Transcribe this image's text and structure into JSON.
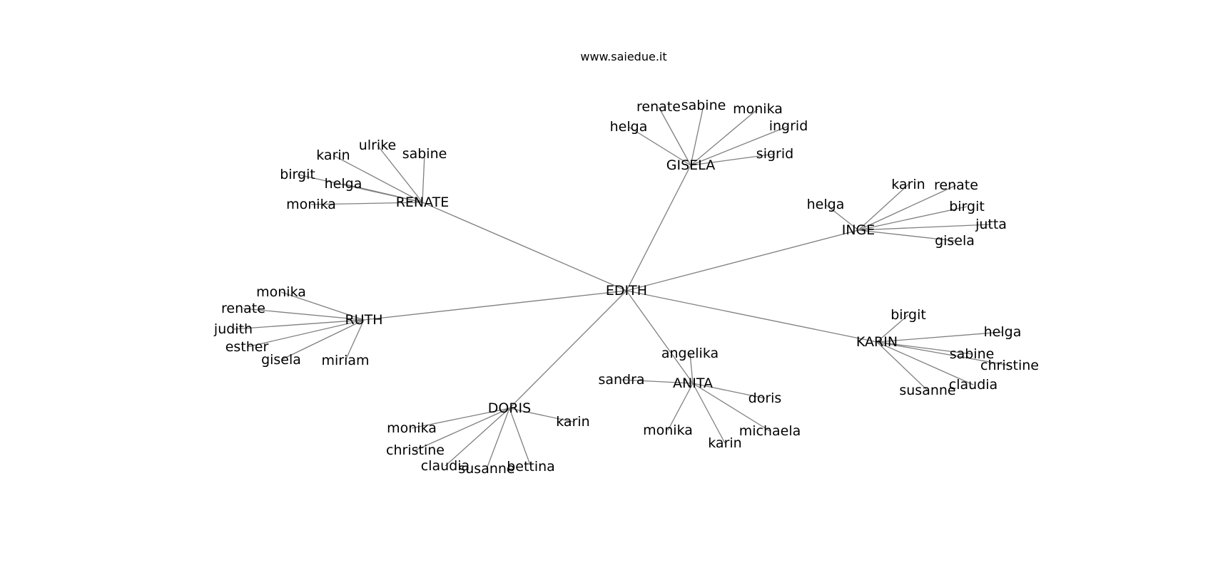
{
  "title": "www.saiedue.it",
  "colors": {
    "edge": "#7f7f7f",
    "text": "#000000",
    "background": "#ffffff"
  },
  "root": "EDITH",
  "groups": [
    {
      "hub": "GISELA",
      "members": [
        "renate",
        "sabine",
        "monika",
        "helga",
        "ingrid",
        "sigrid"
      ]
    },
    {
      "hub": "RENATE",
      "members": [
        "karin",
        "ulrike",
        "sabine",
        "birgit",
        "helga",
        "monika"
      ]
    },
    {
      "hub": "INGE",
      "members": [
        "karin",
        "renate",
        "birgit",
        "helga",
        "jutta",
        "gisela"
      ]
    },
    {
      "hub": "RUTH",
      "members": [
        "monika",
        "renate",
        "judith",
        "esther",
        "gisela",
        "miriam"
      ]
    },
    {
      "hub": "KARIN",
      "members": [
        "birgit",
        "helga",
        "sabine",
        "christine",
        "claudia",
        "susanne"
      ]
    },
    {
      "hub": "ANITA",
      "members": [
        "angelika",
        "sandra",
        "doris",
        "monika",
        "karin",
        "michaela"
      ]
    },
    {
      "hub": "DORIS",
      "members": [
        "karin",
        "monika",
        "christine",
        "claudia",
        "susanne",
        "bettina"
      ]
    }
  ]
}
